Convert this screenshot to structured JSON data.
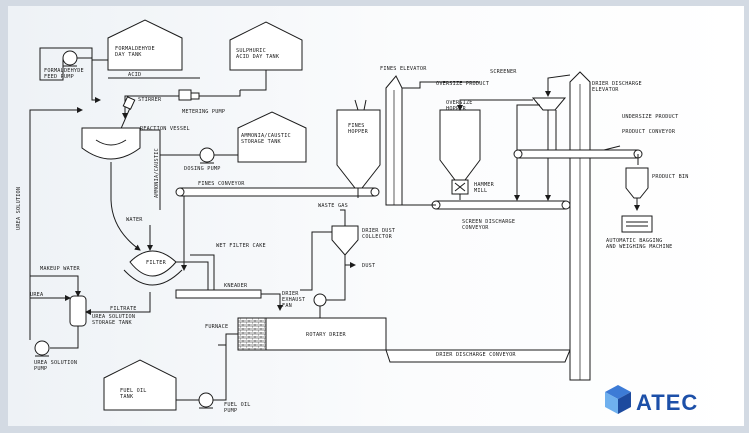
{
  "labels": {
    "formaldehyde_tank": "FORMALDEHYDE\nDAY TANK",
    "sulphuric_tank": "SULPHURIC\nACID DAY TANK",
    "formaldehyde_pump": "FORMALDEHYDE\nFEED PUMP",
    "acid": "ACID",
    "stirrer": "STIRRER",
    "metering_pump": "METERING PUMP",
    "reaction_vessel": "REACTION VESSEL",
    "ammonia_tank": "AMMONIA/CAUSTIC\nSTORAGE TANK",
    "dosing_pump": "DOSING PUMP",
    "ammonia_line": "AMMONIA/CAUSTIC",
    "urea_solution": "UREA SOLUTION",
    "fines_conveyor": "FINES CONVEYOR",
    "water": "WATER",
    "filter": "FILTER",
    "wet_filter_cake": "WET FILTER CAKE",
    "makeup_water": "MAKEUP WATER",
    "urea": "UREA",
    "filtrate": "FILTRATE",
    "kneader": "KNEADER",
    "urea_storage": "UREA SOLUTION\nSTORAGE TANK",
    "urea_pump": "UREA SOLUTION\nPUMP",
    "furnace": "FURNACE",
    "rotary_drier": "ROTARY DRIER",
    "drier_fan": "DRIER\nEXHAUST\nFAN",
    "fuel_tank": "FUEL OIL\nTANK",
    "fuel_pump": "FUEL OIL\nPUMP",
    "waste_gas": "WASTE GAS",
    "dust_collector": "DRIER DUST\nCOLLECTOR",
    "dust": "DUST",
    "fines_elevator": "FINES ELEVATOR",
    "fines_hopper": "FINES\nHOPPER",
    "oversize_product": "OVERSIZE PRODUCT",
    "oversize_hopper": "OVERSIZE\nHOPPER",
    "hammer_mill": "HAMMER\nMILL",
    "screener": "SCREENER",
    "drier_elevator": "DRIER DISCHARGE\nELEVATOR",
    "undersize_product": "UNDERSIZE PRODUCT",
    "product_conveyor": "PRODUCT CONVEYOR",
    "product_bin": "PRODUCT BIN",
    "bagging": "AUTOMATIC BAGGING\nAND WEIGHING MACHINE",
    "screen_conveyor": "SCREEN DISCHARGE\nCONVEYOR",
    "drier_conveyor": "DRIER DISCHARGE CONVEYOR"
  },
  "logo": {
    "text": "ATEC",
    "colors": {
      "top": "#3d7bd6",
      "left": "#6fb0ee",
      "right": "#1d4a9e",
      "text": "#1c4fa8"
    }
  },
  "background": "#dde3ea"
}
